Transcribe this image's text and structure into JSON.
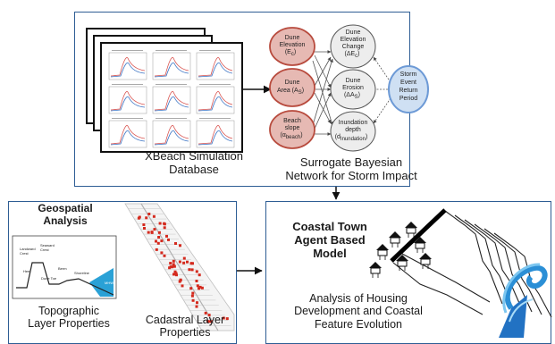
{
  "top_panel": {
    "db_caption_line1": "XBeach Simulation",
    "db_caption_line2": "Database",
    "bn_caption_line1": "Surrogate Bayesian",
    "bn_caption_line2": "Network for Storm Impact",
    "nodes": {
      "dune_elevation": [
        "Dune",
        "Elevation",
        "(E",
        "c",
        ")"
      ],
      "dune_area": [
        "Dune",
        "Area (A",
        "S",
        ")"
      ],
      "beach_slope": [
        "Beach",
        "slope",
        "(α",
        "beach",
        ")"
      ],
      "elev_change": [
        "Dune",
        "Elevation",
        "Change",
        "(ΔE",
        "c",
        ")"
      ],
      "dune_erosion": [
        "Dune",
        "Erosion",
        "(ΔA",
        "S",
        ")"
      ],
      "inundation": [
        "Inundation",
        "depth",
        "(d",
        "Inundation",
        ")"
      ],
      "storm": [
        "Storm",
        "Event",
        "Return",
        "Period"
      ]
    },
    "colors": {
      "input_fill": "#e6b9b3",
      "input_stroke": "#b84b3e",
      "storm_fill": "#cfe0f3",
      "storm_stroke": "#6d9ad6",
      "output_fill": "#ededed",
      "output_stroke": "#555555"
    }
  },
  "left_panel": {
    "title_line1": "Geospatial",
    "title_line2": "Analysis",
    "topo_caption_line1": "Topographic",
    "topo_caption_line2": "Layer Properties",
    "cad_caption_line1": "Cadastral Layer",
    "cad_caption_line2": "Properties",
    "profile_labels": {
      "landward_crest": [
        "Landward",
        "Crest"
      ],
      "seaward_crest": [
        "Seaward",
        "Crest"
      ],
      "heel": "Heel",
      "dune_toe": "Dune Toe",
      "berm": "Berm",
      "shoreline": "Shoreline",
      "mhw": "MHW"
    }
  },
  "right_panel": {
    "title_line1": "Coastal Town",
    "title_line2": "Agent Based",
    "title_line3": "Model",
    "caption_line1": "Analysis of Housing",
    "caption_line2": "Development and Coastal",
    "caption_line3": "Feature Evolution"
  }
}
